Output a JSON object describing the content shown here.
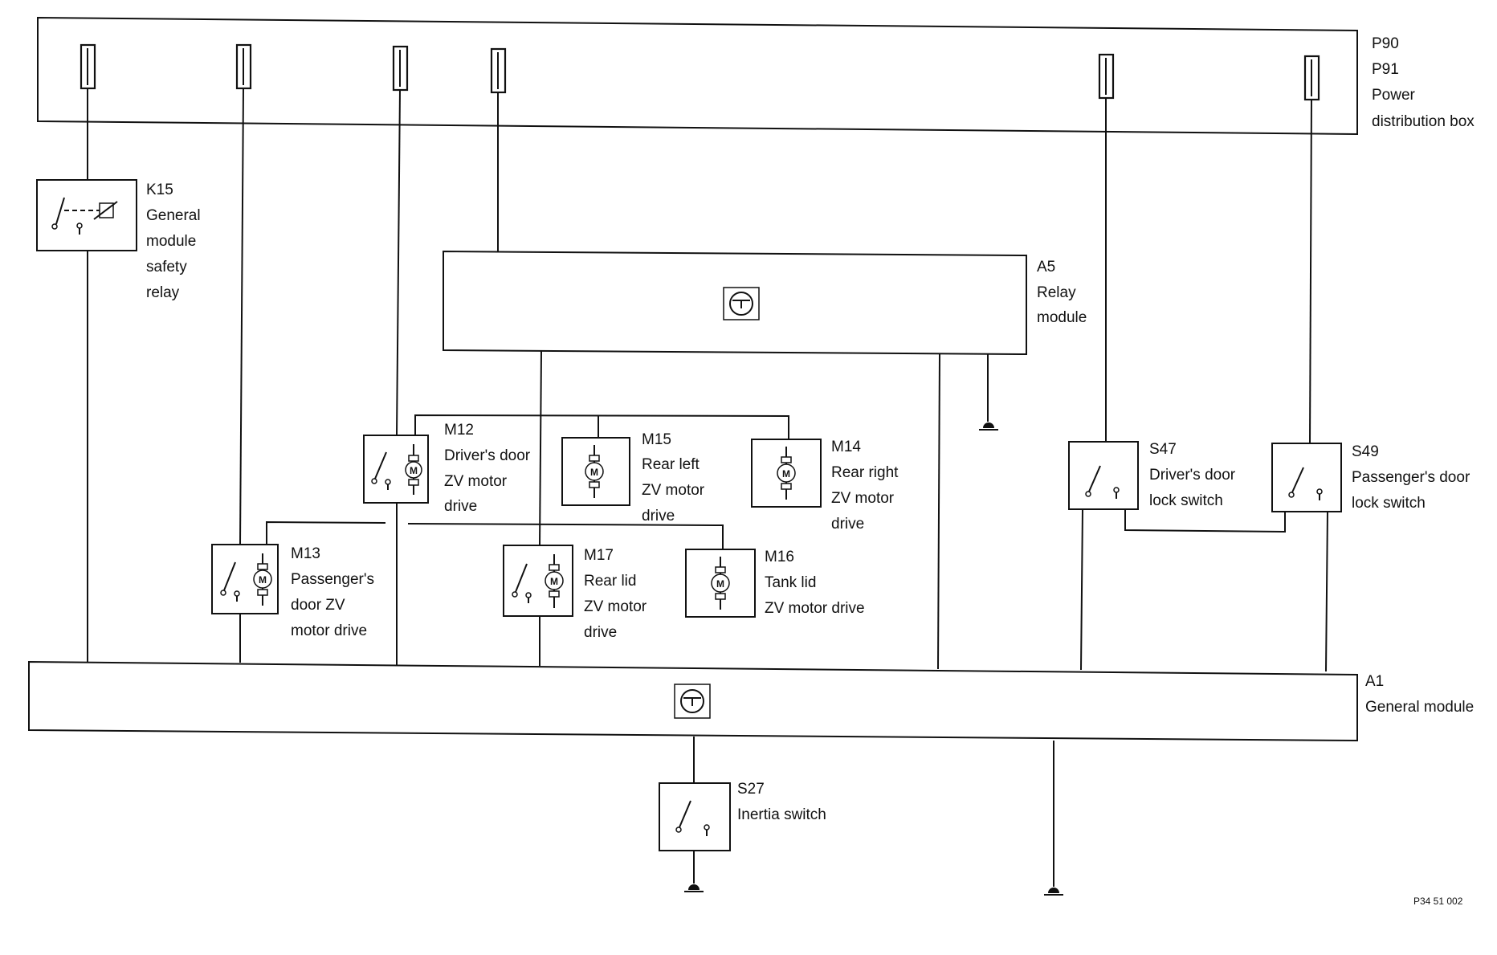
{
  "colors": {
    "line": "#111111",
    "background": "#ffffff"
  },
  "components": {
    "pdb": {
      "lines": [
        "P90",
        "P91",
        "Power",
        "distribution box"
      ]
    },
    "k15": {
      "lines": [
        "K15",
        "General",
        "module",
        "safety",
        "relay"
      ]
    },
    "a5": {
      "lines": [
        "A5",
        "Relay",
        "module"
      ]
    },
    "m12": {
      "lines": [
        "M12",
        "Driver's door",
        "ZV motor",
        "drive"
      ]
    },
    "m15": {
      "lines": [
        "M15",
        "Rear left",
        "ZV motor",
        "drive"
      ]
    },
    "m14": {
      "lines": [
        "M14",
        "Rear right",
        "ZV motor",
        "drive"
      ]
    },
    "s47": {
      "lines": [
        "S47",
        "Driver's door",
        "lock switch"
      ]
    },
    "s49": {
      "lines": [
        "S49",
        "Passenger's door",
        "lock switch"
      ]
    },
    "m13": {
      "lines": [
        "M13",
        "Passenger's",
        "door ZV",
        "motor drive"
      ]
    },
    "m17": {
      "lines": [
        "M17",
        "Rear lid",
        "ZV motor",
        "drive"
      ]
    },
    "m16": {
      "lines": [
        "M16",
        "Tank lid",
        "ZV motor drive"
      ]
    },
    "a1": {
      "lines": [
        "A1",
        "General module"
      ]
    },
    "s27": {
      "lines": [
        "S27",
        "Inertia switch"
      ]
    }
  },
  "figure_ref": "P34 51 002",
  "icons": {
    "fuse": "fuse-icon",
    "relay": "relay-coil-switch-icon",
    "motor": "motor-icon",
    "switch": "switch-icon",
    "control_unit": "control-unit-icon",
    "ground": "ground-icon"
  }
}
